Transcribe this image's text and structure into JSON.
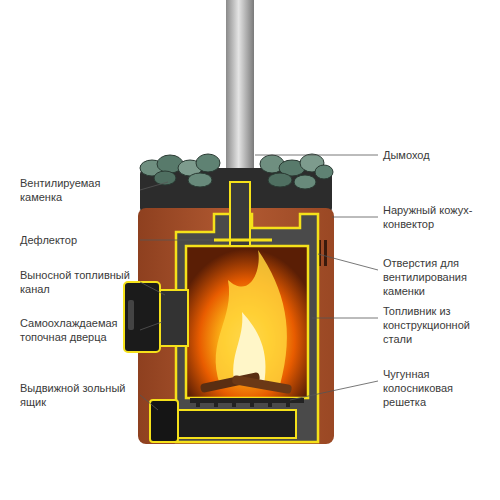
{
  "diagram": {
    "labels": [
      "Дымоход",
      "Вентилируемая каменка",
      "Наружный кожух-конвектор",
      "Дефлектор",
      "Выносной топливный канал",
      "Отверстия для вентилирования каменки",
      "Самоохлаждаемая топочная дверца",
      "Топливник из конструкционной стали",
      "Выдвижной зольный ящик",
      "Чугунная колосниковая решетка"
    ]
  }
}
